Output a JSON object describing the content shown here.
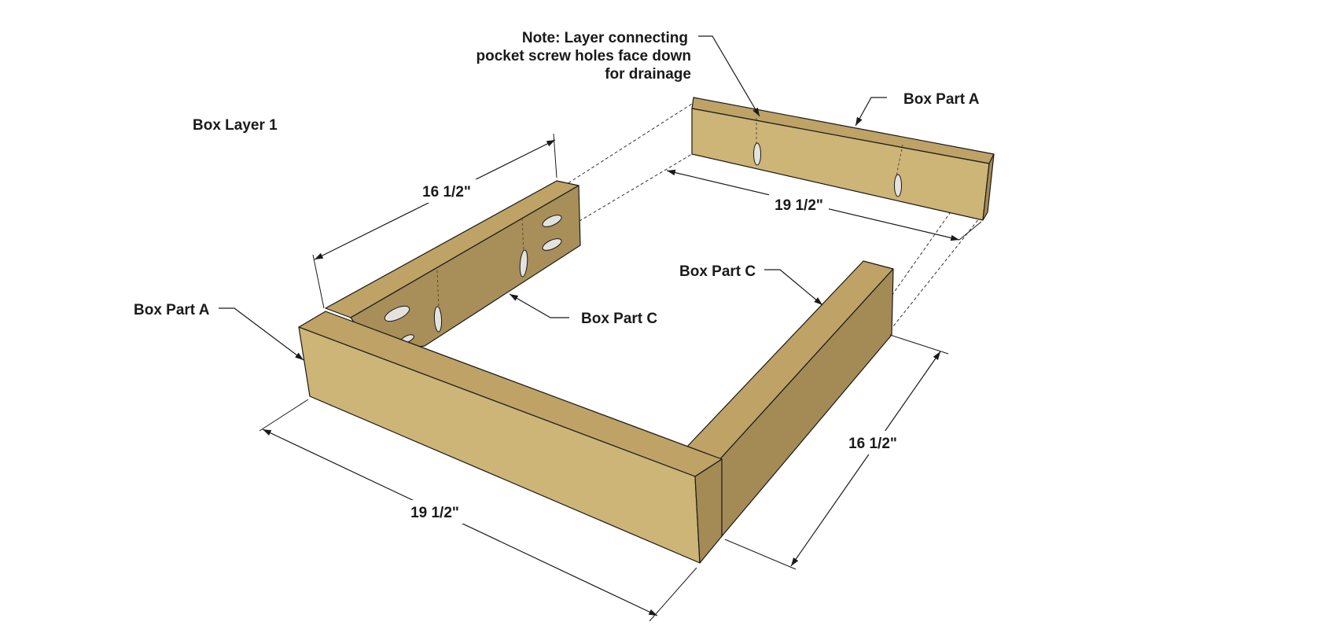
{
  "title": "Box Layer 1",
  "note": {
    "lines": [
      "Note: Layer connecting",
      "pocket screw holes face down",
      "for drainage"
    ]
  },
  "labels": {
    "box_part_a_left": "Box Part A",
    "box_part_a_back": "Box Part A",
    "box_part_c_left": "Box Part C",
    "box_part_c_right": "Box Part C"
  },
  "dimensions": {
    "left_side_length": "16 1/2\"",
    "back_length": "19 1/2\"",
    "front_length": "19 1/2\"",
    "right_side_length": "16 1/2\""
  },
  "colors": {
    "wood_face": "#cdb477",
    "wood_top": "#bea266",
    "wood_side": "#a48a55",
    "wood_inner": "#a88e58",
    "outline": "#1a1a1a",
    "hole": "#e4e2de"
  }
}
